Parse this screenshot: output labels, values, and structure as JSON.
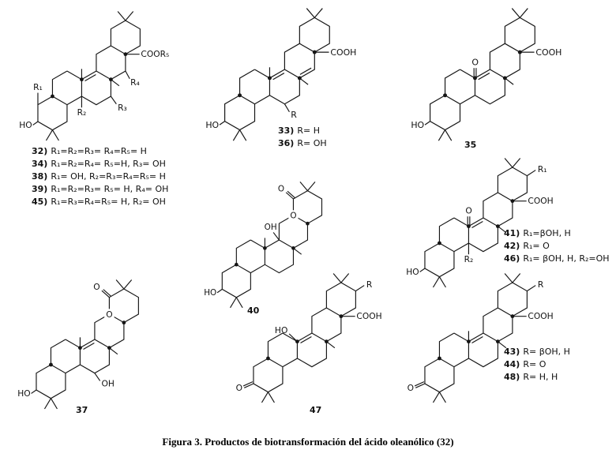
{
  "figure": {
    "caption": "Figura 3. Productos de biotransformación del ácido oleanólico (32)"
  },
  "structures": [
    {
      "id": "32-group",
      "atoms": {
        "ho": "HO",
        "coor5": "COOR₅",
        "r1": "R₁",
        "r2": "R₂",
        "r3": "R₃",
        "r4": "R₄"
      },
      "labels": [
        {
          "n": "32)",
          "t": "R₁=R₂=R₃= R₄=R₅= H"
        },
        {
          "n": "34)",
          "t": "R₁=R₂=R₄= R₅=H, R₃= OH"
        },
        {
          "n": "38)",
          "t": "R₁= OH, R₂=R₃=R₄=R₅= H"
        },
        {
          "n": "39)",
          "t": "R₁=R₂=R₃= R₅= H, R₄= OH"
        },
        {
          "n": "45)",
          "t": "R₁=R₃=R₄=R₅= H, R₂= OH"
        }
      ]
    },
    {
      "id": "33-36",
      "atoms": {
        "ho": "HO",
        "cooh": "COOH",
        "r": "R"
      },
      "labels": [
        {
          "n": "33)",
          "t": "R= H"
        },
        {
          "n": "36)",
          "t": "R= OH"
        }
      ]
    },
    {
      "id": "35",
      "atoms": {
        "ho": "HO",
        "cooh": "COOH",
        "o11": "O"
      },
      "labels": [
        {
          "n": "35",
          "t": ""
        }
      ]
    },
    {
      "id": "40",
      "atoms": {
        "ho": "HO",
        "oh12": "OH",
        "o_ester": "O",
        "o_carbonyl": "O"
      },
      "labels": [
        {
          "n": "40",
          "t": ""
        }
      ]
    },
    {
      "id": "41-42-46",
      "atoms": {
        "ho": "HO",
        "cooh": "COOH",
        "o11": "O",
        "r1": "R₁",
        "r2": "R₂"
      },
      "labels": [
        {
          "n": "41)",
          "t": "R₁=βOH, H"
        },
        {
          "n": "42)",
          "t": "R₁= O"
        },
        {
          "n": "46)",
          "t": "R₁= βOH, H, R₂=OH"
        }
      ]
    },
    {
      "id": "37",
      "atoms": {
        "ho": "HO",
        "oh7": "OH",
        "o_ester": "O",
        "o_carbonyl": "O"
      },
      "labels": [
        {
          "n": "37",
          "t": ""
        }
      ]
    },
    {
      "id": "47",
      "atoms": {
        "ho11": "HO",
        "cooh": "COOH",
        "o3": "O",
        "r": "R"
      },
      "labels": [
        {
          "n": "47",
          "t": ""
        }
      ]
    },
    {
      "id": "43-44-48",
      "atoms": {
        "cooh": "COOH",
        "o3": "O",
        "r": "R"
      },
      "labels": [
        {
          "n": "43)",
          "t": "R= βOH, H"
        },
        {
          "n": "44)",
          "t": "R= O"
        },
        {
          "n": "48)",
          "t": "R= H, H"
        }
      ]
    }
  ]
}
